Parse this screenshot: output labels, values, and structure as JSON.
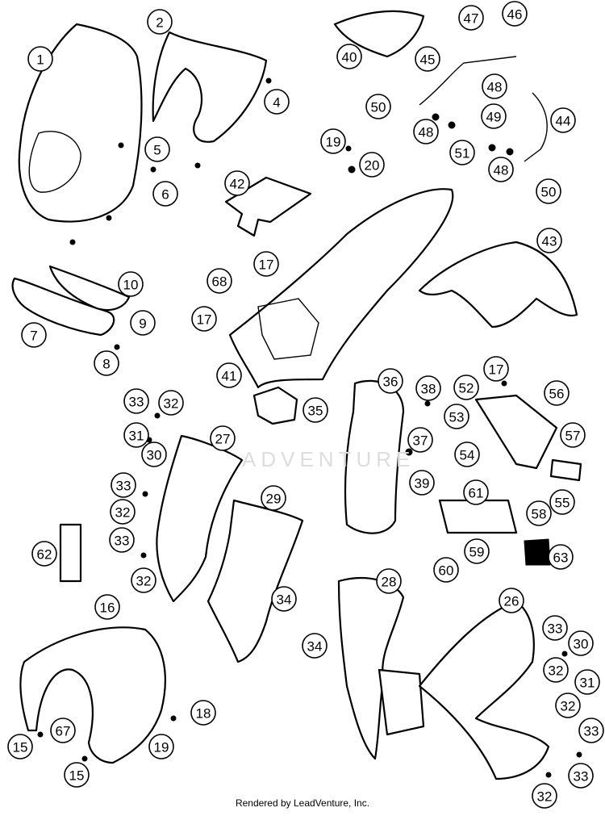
{
  "watermark": "ADVENTURE",
  "footer": "Rendered by LeadVenture, Inc.",
  "callouts": [
    "1",
    "2",
    "4",
    "5",
    "6",
    "7",
    "8",
    "9",
    "10",
    "15",
    "15",
    "16",
    "17",
    "17",
    "17",
    "18",
    "19",
    "19",
    "20",
    "26",
    "27",
    "28",
    "29",
    "30",
    "30",
    "31",
    "31",
    "32",
    "32",
    "32",
    "32",
    "32",
    "32",
    "33",
    "33",
    "33",
    "33",
    "33",
    "33",
    "34",
    "34",
    "35",
    "36",
    "37",
    "38",
    "39",
    "40",
    "41",
    "42",
    "43",
    "44",
    "45",
    "46",
    "47",
    "48",
    "48",
    "48",
    "49",
    "50",
    "50",
    "51",
    "52",
    "53",
    "54",
    "55",
    "56",
    "57",
    "58",
    "59",
    "60",
    "61",
    "62",
    "63",
    "67",
    "68"
  ]
}
